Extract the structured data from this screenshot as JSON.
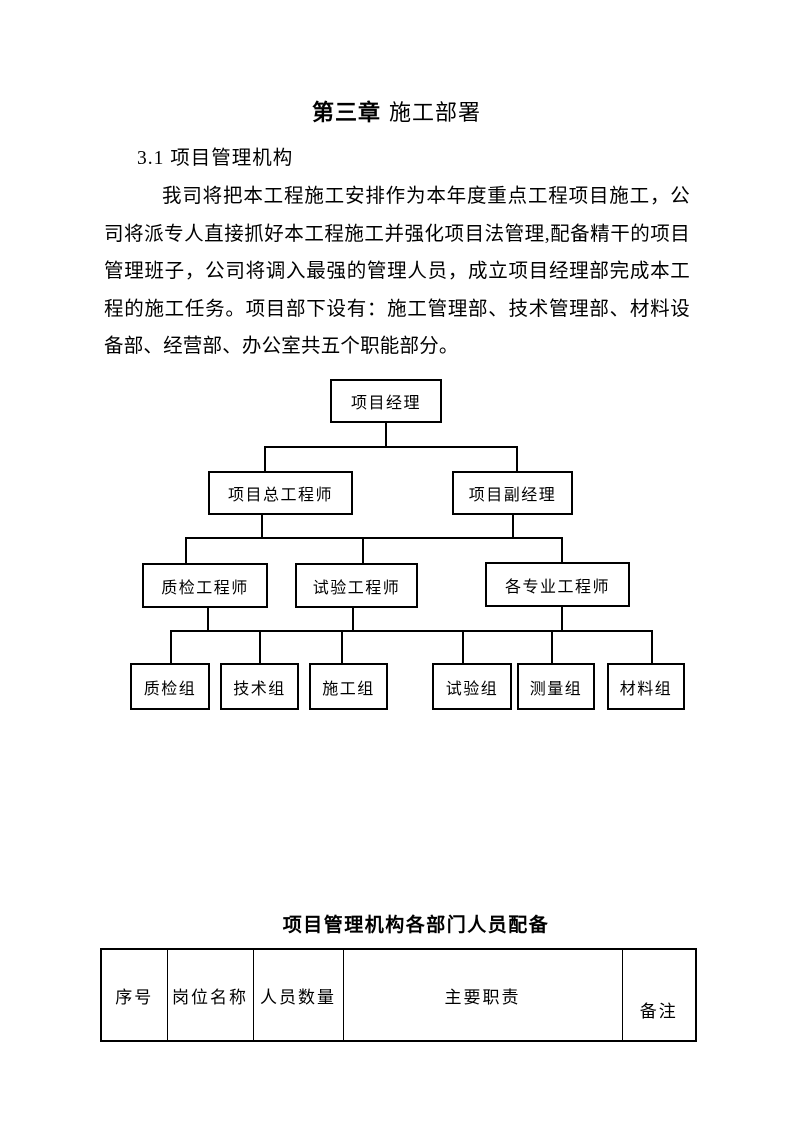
{
  "document": {
    "chapter_heading": {
      "bold": "第三章",
      "rest": "施工部署"
    },
    "section_heading": "3.1 项目管理机构",
    "paragraph": "我司将把本工程施工安排作为本年度重点工程项目施工，公司将派专人直接抓好本工程施工并强化项目法管理,配备精干的项目管理班子，公司将调入最强的管理人员，成立项目经理部完成本工程的施工任务。项目部下设有：施工管理部、技术管理部、材料设备部、经营部、办公室共五个职能部分。"
  },
  "org_chart": {
    "root": "项目经理",
    "level2": [
      "项目总工程师",
      "项目副经理"
    ],
    "level3": [
      "质检工程师",
      "试验工程师",
      "各专业工程师"
    ],
    "level4": [
      "质检组",
      "技术组",
      "施工组",
      "试验组",
      "测量组",
      "材料组"
    ]
  },
  "staffing_table": {
    "title": "项目管理机构各部门人员配备",
    "columns": [
      "序号",
      "岗位名称",
      "人员数量",
      "主要职责",
      "备注"
    ]
  },
  "colors": {
    "text": "#000000",
    "line": "#000000",
    "background": "#ffffff"
  }
}
